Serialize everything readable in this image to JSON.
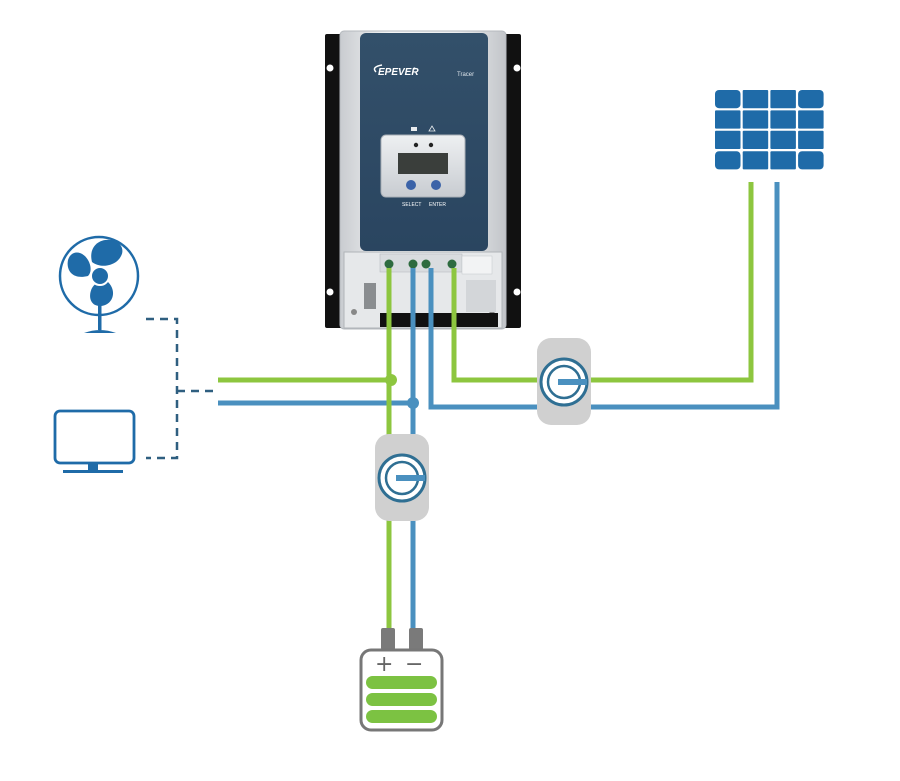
{
  "diagram": {
    "title": "Solar charge controller wiring diagram",
    "controller": {
      "brand": "EPEVER",
      "registered_mark": "®",
      "model": "Tracer",
      "buttons": [
        {
          "label": "SELECT"
        },
        {
          "label": "ENTER"
        }
      ],
      "status_icons": [
        "battery-status-icon",
        "warning-icon"
      ]
    },
    "battery": {
      "positive_label": "+",
      "negative_label": "−",
      "charge_bars": 3
    },
    "components": {
      "solar_panel": "solar-panel-icon",
      "fan_load": "fan-icon",
      "tv_load": "monitor-icon",
      "pv_breaker": "breaker-switch-icon",
      "battery_breaker": "breaker-switch-icon"
    },
    "colors": {
      "positive_wire": "#8dc63f",
      "negative_wire": "#4a90bf",
      "icon_blue": "#1f6ba8",
      "dashed_line": "#2f5f80",
      "controller_face": "#2e4a62",
      "breaker_body": "#d0d0d0",
      "battery_fill": "#7cc242",
      "battery_outline": "#777777"
    }
  }
}
